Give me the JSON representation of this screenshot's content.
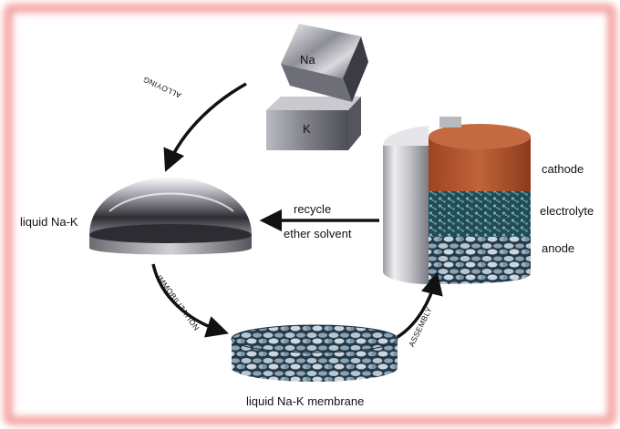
{
  "labels": {
    "na": "Na",
    "k": "K",
    "alloying": "ALLOYING",
    "liquid_nak": "liquid Na-K",
    "recycle": "recycle",
    "ether_solvent": "ether solvent",
    "immobilization": "IMMOBILIZATION",
    "membrane": "liquid Na-K membrane",
    "assembly": "ASSEMBLY",
    "cathode": "cathode",
    "electrolyte": "electrolyte",
    "anode": "anode"
  },
  "colors": {
    "frame_glow": "#f4a3a3",
    "cathode": "#b5582f",
    "electrolyte": "#3f8e96",
    "anode": "#2f4b63",
    "arrow": "#111111"
  }
}
